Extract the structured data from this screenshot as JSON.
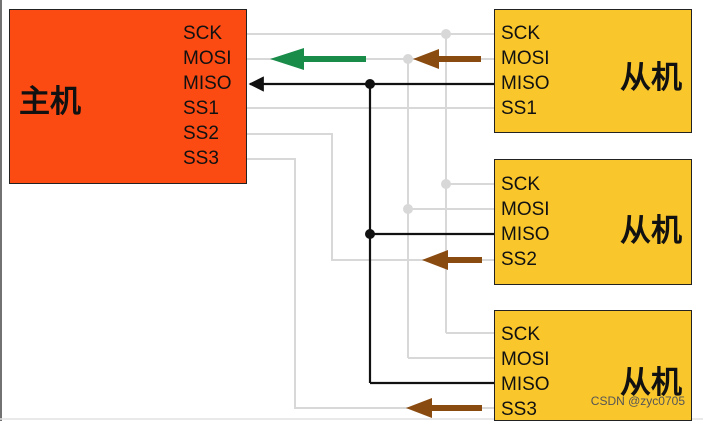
{
  "master": {
    "title": "主机",
    "pins": [
      "SCK",
      "MOSI",
      "MISO",
      "SS1",
      "SS2",
      "SS3"
    ]
  },
  "slaves": [
    {
      "title": "从机",
      "pins": [
        "SCK",
        "MOSI",
        "MISO",
        "SS1"
      ]
    },
    {
      "title": "从机",
      "pins": [
        "SCK",
        "MOSI",
        "MISO",
        "SS2"
      ]
    },
    {
      "title": "从机",
      "pins": [
        "SCK",
        "MOSI",
        "MISO",
        "SS3"
      ]
    }
  ],
  "watermark": "CSDN @zyc0705",
  "colors": {
    "master_fill": "#fb4a12",
    "slave_fill": "#f9c62c",
    "active_line": "#111111",
    "inactive_line": "#d8d8d8",
    "miso_arrow": "#1a8c4a",
    "slave_arrow": "#8a4b10"
  }
}
